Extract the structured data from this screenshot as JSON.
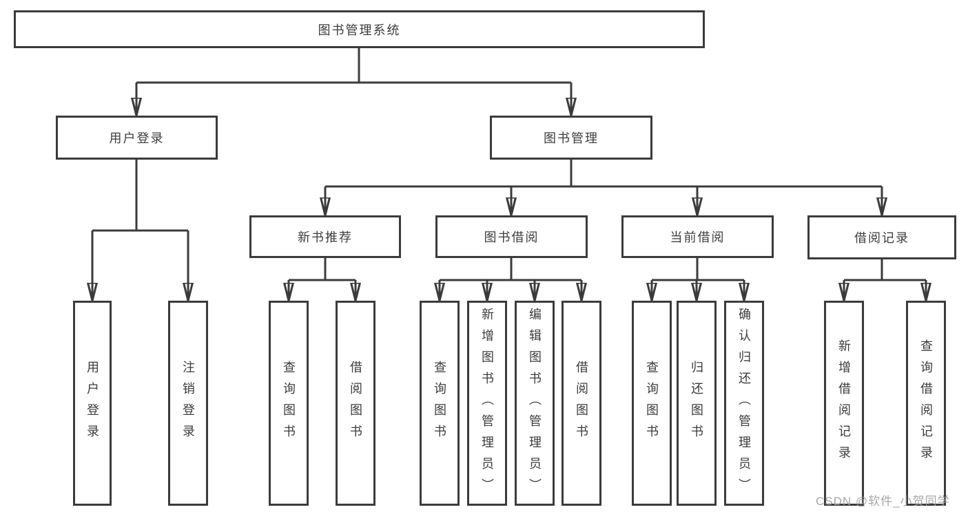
{
  "diagram_title": "图书管理系统",
  "nodes": [
    {
      "id": "root",
      "label": "图书管理系统",
      "parent": null
    },
    {
      "id": "user-login",
      "label": "用户登录",
      "parent": "root"
    },
    {
      "id": "book-management",
      "label": "图书管理",
      "parent": "root"
    },
    {
      "id": "new-book-recommend",
      "label": "新书推荐",
      "parent": "book-management"
    },
    {
      "id": "book-borrow",
      "label": "图书借阅",
      "parent": "book-management"
    },
    {
      "id": "current-borrow",
      "label": "当前借阅",
      "parent": "book-management"
    },
    {
      "id": "borrow-records",
      "label": "借阅记录",
      "parent": "book-management"
    },
    {
      "id": "user-login-leaf",
      "label": "用户登录",
      "parent": "user-login"
    },
    {
      "id": "logout-leaf",
      "label": "注销登录",
      "parent": "user-login"
    },
    {
      "id": "query-books-1",
      "label": "查询图书",
      "parent": "new-book-recommend"
    },
    {
      "id": "borrow-books-1",
      "label": "借阅图书",
      "parent": "new-book-recommend"
    },
    {
      "id": "query-books-2",
      "label": "查询图书",
      "parent": "book-borrow"
    },
    {
      "id": "add-books-admin",
      "label": "新增图书（管理员）",
      "parent": "book-borrow"
    },
    {
      "id": "edit-books-admin",
      "label": "编辑图书（管理员）",
      "parent": "book-borrow"
    },
    {
      "id": "borrow-books-2",
      "label": "借阅图书",
      "parent": "book-borrow"
    },
    {
      "id": "query-books-3",
      "label": "查询图书",
      "parent": "current-borrow"
    },
    {
      "id": "return-books",
      "label": "归还图书",
      "parent": "current-borrow"
    },
    {
      "id": "confirm-return-admin",
      "label": "确认归还（管理员）",
      "parent": "current-borrow"
    },
    {
      "id": "add-borrow-record",
      "label": "新增借阅记录",
      "parent": "borrow-records"
    },
    {
      "id": "query-borrow-record",
      "label": "查询借阅记录",
      "parent": "borrow-records"
    }
  ],
  "watermark": "CSDN @软件_小贺同学",
  "colors": {
    "line": "#3b3b3d",
    "box_border": "#3b3b3d",
    "text": "#3c3c3e",
    "watermark": "#9ea0a4",
    "background": "#ffffff"
  }
}
